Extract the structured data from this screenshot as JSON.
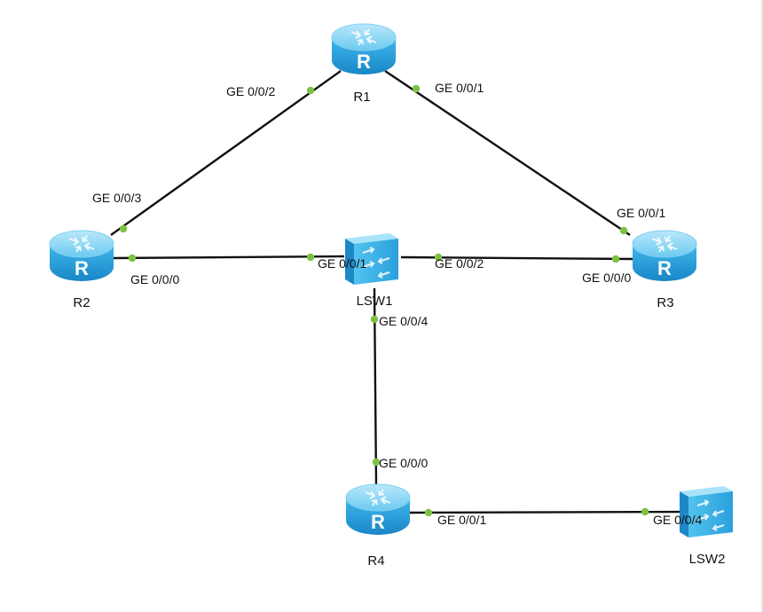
{
  "colors": {
    "link": "#111111",
    "port_dot": "#7dc142",
    "device_top": "#8fd6f5",
    "device_body": "#25a7e2",
    "device_dark": "#1679b6"
  },
  "devices": [
    {
      "id": "R1",
      "label": "R1",
      "icon": "router-icon"
    },
    {
      "id": "R2",
      "label": "R2",
      "icon": "router-icon"
    },
    {
      "id": "R3",
      "label": "R3",
      "icon": "router-icon"
    },
    {
      "id": "R4",
      "label": "R4",
      "icon": "router-icon"
    },
    {
      "id": "LSW1",
      "label": "LSW1",
      "icon": "switch-icon"
    },
    {
      "id": "LSW2",
      "label": "LSW2",
      "icon": "switch-icon"
    }
  ],
  "links": [
    {
      "id": "r1-r2",
      "a": "R1",
      "b": "R2",
      "a_port": "GE 0/0/2",
      "b_port": "GE 0/0/3"
    },
    {
      "id": "r1-r3",
      "a": "R1",
      "b": "R3",
      "a_port": "GE 0/0/1",
      "b_port": "GE 0/0/1"
    },
    {
      "id": "r2-lsw1",
      "a": "R2",
      "b": "LSW1",
      "a_port": "GE 0/0/0",
      "b_port": "GE 0/0/1"
    },
    {
      "id": "lsw1-r3",
      "a": "LSW1",
      "b": "R3",
      "a_port": "GE 0/0/2",
      "b_port": "GE 0/0/0"
    },
    {
      "id": "lsw1-r4",
      "a": "LSW1",
      "b": "R4",
      "a_port": "GE 0/0/4",
      "b_port": "GE 0/0/0"
    },
    {
      "id": "r4-lsw2",
      "a": "R4",
      "b": "LSW2",
      "a_port": "GE 0/0/1",
      "b_port": "GE 0/0/4"
    }
  ]
}
